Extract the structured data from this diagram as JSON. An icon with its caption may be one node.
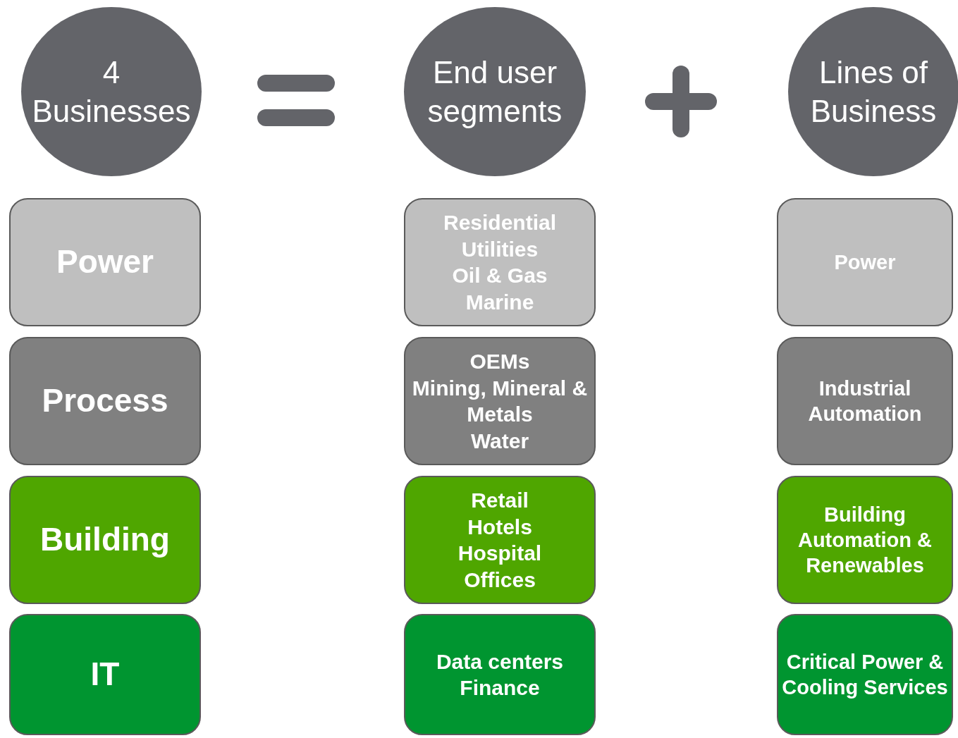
{
  "diagram": {
    "nodes": [
      {
        "text": [
          "4 Businesses"
        ]
      },
      {
        "text": [
          "End user segments"
        ]
      },
      {
        "text": [
          "Lines of Business"
        ]
      },
      {
        "text": [
          "Power"
        ]
      },
      {
        "text": [
          "Residential",
          "Utilities",
          "Oil & Gas",
          "Marine"
        ]
      },
      {
        "text": [
          "Power"
        ]
      },
      {
        "text": [
          "Process"
        ]
      },
      {
        "text": [
          "OEMs",
          "Mining, Mineral & Metals",
          "Water"
        ]
      },
      {
        "text": [
          "Industrial Automation"
        ]
      },
      {
        "text": [
          "Building"
        ]
      },
      {
        "text": [
          "Retail",
          "Hotels",
          "Hospital",
          "Offices"
        ]
      },
      {
        "text": [
          "Building Automation & Renewables"
        ]
      },
      {
        "text": [
          "IT"
        ]
      },
      {
        "text": [
          "Data centers",
          "Finance"
        ]
      },
      {
        "text": [
          "Critical Power & Cooling Services"
        ]
      }
    ]
  }
}
